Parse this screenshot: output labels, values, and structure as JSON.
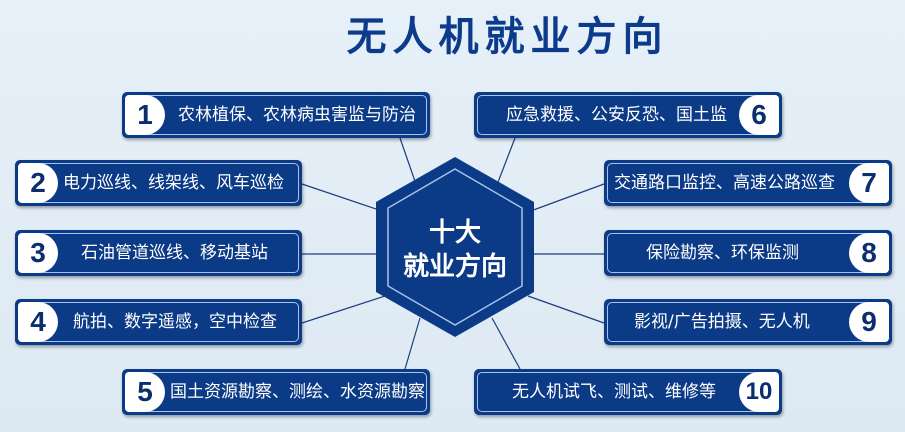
{
  "title": "无人机就业方向",
  "center": {
    "line1": "十大",
    "line2": "就业方向"
  },
  "colors": {
    "box_fill": "#0b3a86",
    "box_border": "#a7c3ec",
    "title": "#0c3b8c",
    "background": "#e3eef7",
    "line": "#1c3f7a"
  },
  "items": [
    {
      "num": "1",
      "label": "农林植保、农林病虫害监与防治"
    },
    {
      "num": "2",
      "label": "电力巡线、线架线、风车巡检"
    },
    {
      "num": "3",
      "label": "石油管道巡线、移动基站"
    },
    {
      "num": "4",
      "label": "航拍、数字遥感，空中检查"
    },
    {
      "num": "5",
      "label": "国土资源勘察、测绘、水资源勘察"
    },
    {
      "num": "6",
      "label": "应急救援、公安反恐、国土监"
    },
    {
      "num": "7",
      "label": "交通路口监控、高速公路巡查"
    },
    {
      "num": "8",
      "label": "保险勘察、环保监测"
    },
    {
      "num": "9",
      "label": "影视/广告拍摄、无人机"
    },
    {
      "num": "10",
      "label": "无人机试飞、测试、维修等"
    }
  ]
}
